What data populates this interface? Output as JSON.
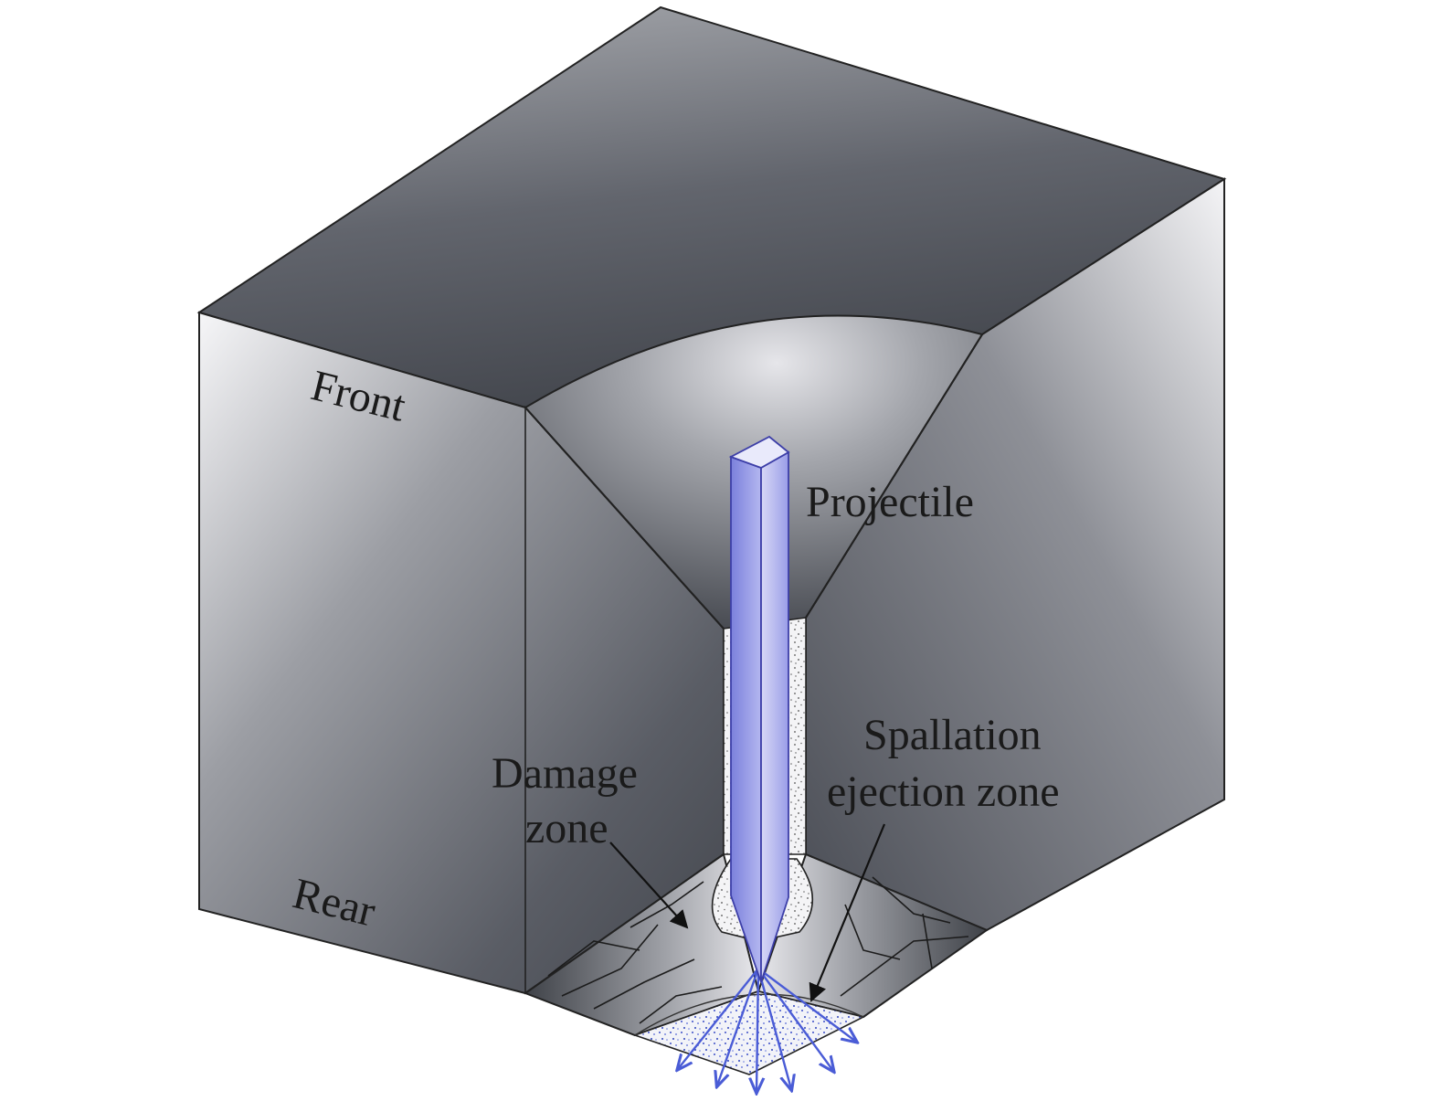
{
  "labels": {
    "front": "Front",
    "rear": "Rear",
    "projectile": "Projectile",
    "damage_zone_line1": "Damage",
    "damage_zone_line2": "zone",
    "spallation_line1": "Spallation",
    "spallation_line2": "ejection zone"
  },
  "colors": {
    "projectile": "#8f93e6",
    "ejecta_arrows": "#4a5cd6",
    "block_dark": "#4f535c",
    "block_light": "#f4f4f6"
  }
}
